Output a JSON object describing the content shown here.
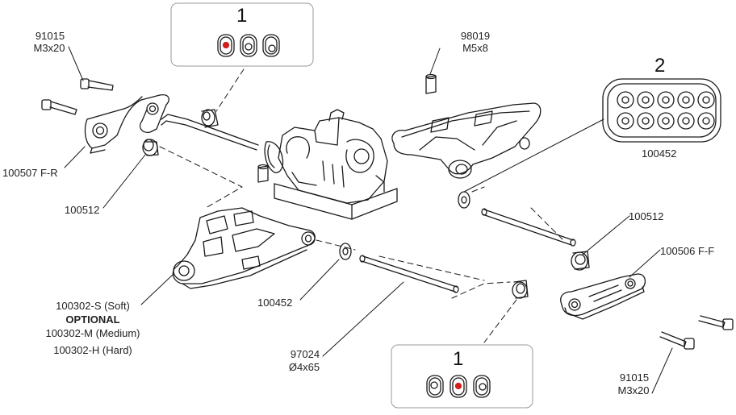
{
  "callouts": {
    "top_box_number": "1",
    "bottom_box_number": "1",
    "right_box_number": "2",
    "right_box_part": "100452"
  },
  "labels": {
    "screw_top_left_part": "91015",
    "screw_top_left_size": "M3x20",
    "screw_top_mid_part": "98019",
    "screw_top_mid_size": "M5x8",
    "hinge_left_part": "100507 F-R",
    "bushing_left_part": "100512",
    "bushing_right_part": "100512",
    "hinge_right_part": "100506 F-F",
    "washer_part": "100452",
    "arm_part": "100302-S (Soft)",
    "arm_optional": "OPTIONAL",
    "arm_medium": "100302-M (Medium)",
    "arm_hard": "100302-H (Hard)",
    "pin_part": "97024",
    "pin_size": "Ø4x65",
    "screw_bottom_right_part": "91015",
    "screw_bottom_right_size": "M3x20"
  },
  "colors": {
    "line": "#1a1a1a",
    "box_border": "#9a9a9a",
    "highlight": "#d0201a"
  }
}
